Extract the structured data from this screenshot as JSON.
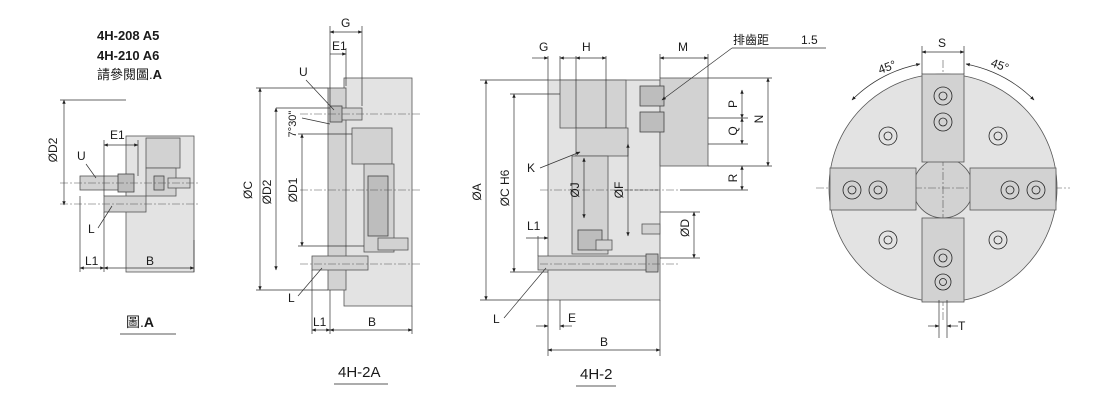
{
  "figure_a": {
    "models": [
      "4H-208 A5",
      "4H-210 A6"
    ],
    "see_note": "請參閱圖.",
    "see_note_ref": "A",
    "caption_prefix": "圖.",
    "caption_ref": "A",
    "dims": {
      "d2": "ØD2",
      "e1": "E1",
      "u": "U",
      "l": "L",
      "l1": "L1",
      "b": "B"
    }
  },
  "view_4h2a": {
    "caption": "4H-2A",
    "dims": {
      "g": "G",
      "e1": "E1",
      "u": "U",
      "angle": "7°30\"",
      "c": "ØC",
      "d2": "ØD2",
      "d1": "ØD1",
      "l": "L",
      "l1": "L1",
      "b": "B"
    }
  },
  "view_4h2": {
    "caption": "4H-2",
    "dims": {
      "g": "G",
      "h": "H",
      "m": "M",
      "pitch_label": "排齒距",
      "pitch_value": "1.5",
      "p": "P",
      "q": "Q",
      "n": "N",
      "r": "R",
      "k": "K",
      "a": "ØA",
      "c": "ØC H6",
      "j": "ØJ",
      "f": "ØF",
      "d": "ØD",
      "l1": "L1",
      "l": "L",
      "e": "E",
      "b": "B"
    }
  },
  "front_view": {
    "dims": {
      "s": "S",
      "t": "T",
      "angle_left": "45°",
      "angle_right": "45°"
    }
  }
}
